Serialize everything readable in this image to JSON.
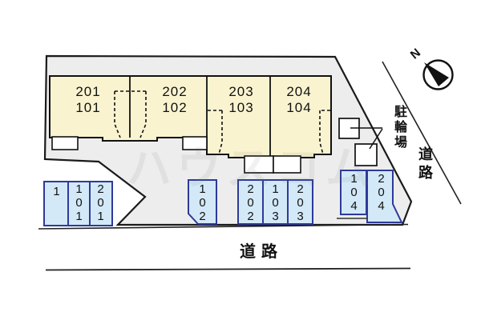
{
  "compass": {
    "label": "N"
  },
  "building": {
    "units": [
      {
        "upper": "201",
        "lower": "101"
      },
      {
        "upper": "202",
        "lower": "102"
      },
      {
        "upper": "203",
        "lower": "103"
      },
      {
        "upper": "204",
        "lower": "104"
      }
    ]
  },
  "parking": {
    "stalls": [
      {
        "label": "1"
      },
      {
        "label": "101"
      },
      {
        "label": "201"
      },
      {
        "label": "102"
      },
      {
        "label": "202"
      },
      {
        "label": "103"
      },
      {
        "label": "203"
      },
      {
        "label": "104"
      },
      {
        "label": "204"
      }
    ]
  },
  "labels": {
    "bicycle_parking": "駐輪場",
    "road_right": "道路",
    "road_bottom": "道路"
  },
  "watermark": "ハウスコム",
  "colors": {
    "site_fill": "#ededed",
    "building_fill": "#faf3d0",
    "stall_fill": "#d3e9f8",
    "stall_border": "#2e3a99",
    "line": "#1a1a1a"
  }
}
